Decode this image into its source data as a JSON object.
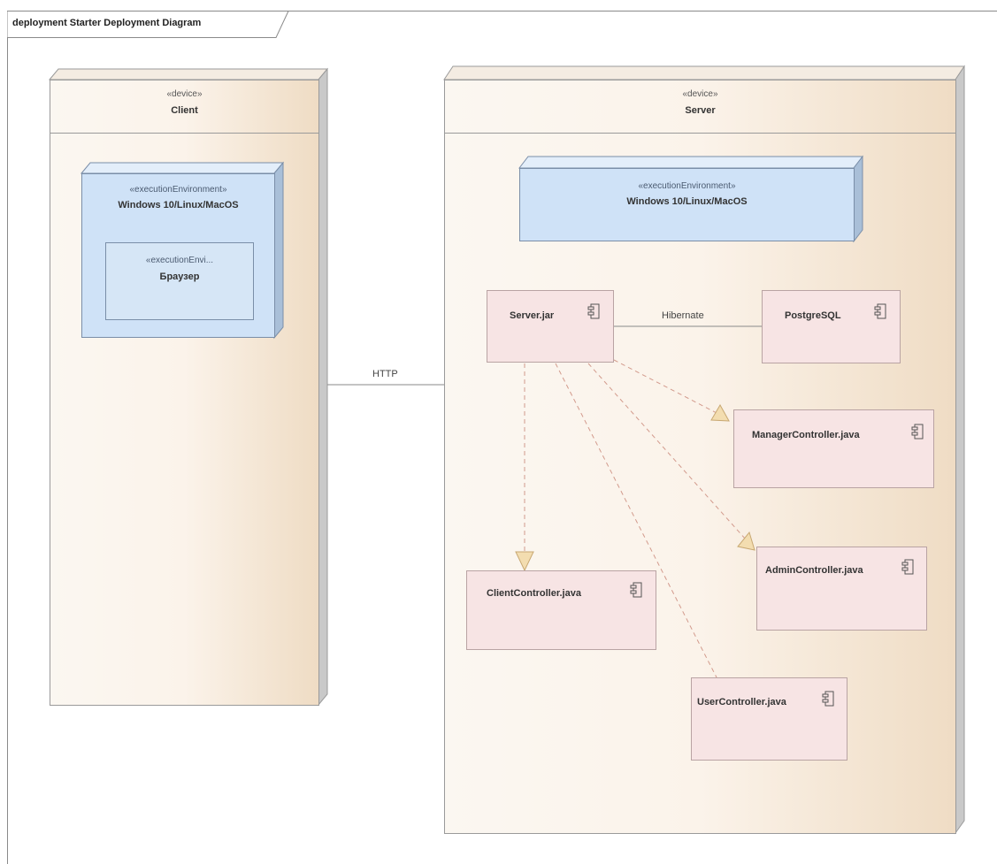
{
  "diagram": {
    "title": "deployment Starter Deployment Diagram"
  },
  "client_node": {
    "stereotype": "«device»",
    "name": "Client",
    "env": {
      "stereotype": "«executionEnvironment»",
      "name": "Windows 10/Linux/MacOS",
      "inner": {
        "stereotype": "«executionEnvi...",
        "name": "Браузер"
      }
    }
  },
  "server_node": {
    "stereotype": "«device»",
    "name": "Server",
    "env": {
      "stereotype": "«executionEnvironment»",
      "name": "Windows 10/Linux/MacOS"
    }
  },
  "components": {
    "server_jar": "Server.jar",
    "postgresql": "PostgreSQL",
    "manager_controller": "ManagerController.java",
    "admin_controller": "AdminController.java",
    "client_controller": "ClientController.java",
    "user_controller": "UserController.java"
  },
  "connectors": {
    "http": "HTTP",
    "hibernate": "Hibernate"
  },
  "colors": {
    "node_gradient_end": "#efdcc4",
    "env_blue": "#cfe2f7",
    "component_pink": "#f7e4e4",
    "arrow_fill": "#f3ddb0"
  }
}
